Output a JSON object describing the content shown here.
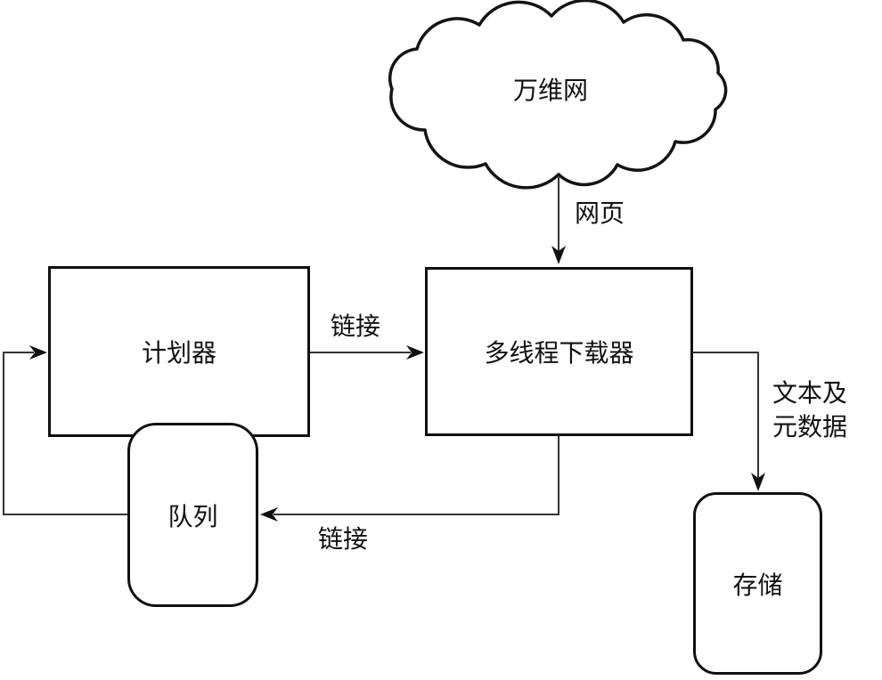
{
  "nodes": {
    "www": {
      "label": "万维网",
      "shape": "cloud"
    },
    "scheduler": {
      "label": "计划器",
      "shape": "rectangle"
    },
    "downloader": {
      "label": "多线程下载器",
      "shape": "rectangle"
    },
    "queue": {
      "label": "队列",
      "shape": "rounded-rectangle"
    },
    "storage": {
      "label": "存储",
      "shape": "rounded-rectangle"
    }
  },
  "edge_labels": {
    "www_to_downloader": "网页",
    "scheduler_to_downloader": "链接",
    "downloader_to_queue": "链接",
    "downloader_to_storage_line1": "文本及",
    "downloader_to_storage_line2": "元数据"
  },
  "edges": [
    {
      "from": "www",
      "to": "downloader",
      "label": "网页"
    },
    {
      "from": "scheduler",
      "to": "downloader",
      "label": "链接"
    },
    {
      "from": "downloader",
      "to": "queue",
      "label": "链接"
    },
    {
      "from": "queue",
      "to": "scheduler",
      "label": ""
    },
    {
      "from": "downloader",
      "to": "storage",
      "label": "文本及元数据"
    }
  ],
  "colors": {
    "background": "#ffffff",
    "box_border": "#111111",
    "line": "#333333",
    "text": "#111111"
  }
}
